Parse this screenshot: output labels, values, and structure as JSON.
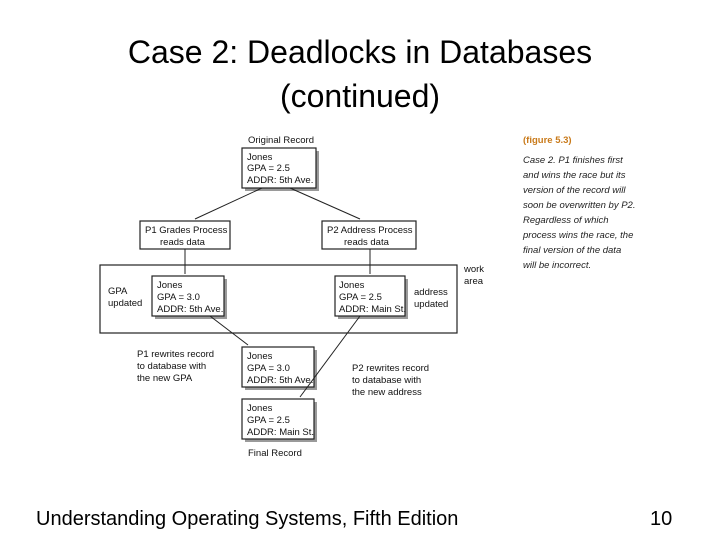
{
  "slide": {
    "title_line1": "Case 2: Deadlocks in Databases",
    "title_line2": "(continued)",
    "footer_left": "Understanding Operating Systems, Fifth Edition",
    "page_number": "10"
  },
  "figure": {
    "label": "(figure 5.3)",
    "caption_lines": [
      "Case 2. P1 finishes first",
      "and wins the race but its",
      "version of the record will",
      "soon be overwritten by P2.",
      "Regardless of which",
      "process wins the race, the",
      "final version of the data",
      "will be incorrect."
    ]
  },
  "diagram": {
    "original_record_title": "Original Record",
    "original_record": [
      "Jones",
      "GPA = 2.5",
      "ADDR: 5th Ave."
    ],
    "p1_process": [
      "P1  Grades Process",
      "reads data"
    ],
    "p2_process": [
      "P2  Address Process",
      "reads data"
    ],
    "work_area_label": [
      "work",
      "area"
    ],
    "gpa_updated_label": [
      "GPA",
      "updated"
    ],
    "address_updated_label": [
      "address",
      "updated"
    ],
    "p1_work_record": [
      "Jones",
      "GPA = 3.0",
      "ADDR: 5th Ave."
    ],
    "p2_work_record": [
      "Jones",
      "GPA = 2.5",
      "ADDR: Main St."
    ],
    "p1_rewrite_label": [
      "P1 rewrites record",
      "to database with",
      "the new GPA"
    ],
    "p2_rewrite_label": [
      "P2 rewrites record",
      "to database with",
      "the new address"
    ],
    "db_after_p1": [
      "Jones",
      "GPA = 3.0",
      "ADDR: 5th Ave."
    ],
    "final_record": [
      "Jones",
      "GPA = 2.5",
      "ADDR: Main St."
    ],
    "final_record_title": "Final Record"
  }
}
